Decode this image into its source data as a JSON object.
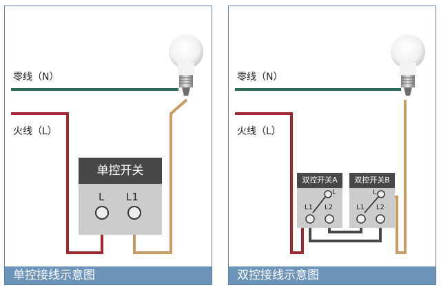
{
  "colors": {
    "neutral_wire": "#2e6b5a",
    "live_wire": "#a2272e",
    "load_wire": "#c89a64",
    "link_wire": "#474747",
    "caption_bg": "#6c93b9",
    "switch_title": "#474747",
    "switch_body": "#cccccc"
  },
  "left": {
    "neutral_label": "零线（N）",
    "live_label": "火线（L）",
    "switch_title": "单控开关",
    "terminal_l": "L",
    "terminal_l1": "L1",
    "caption": "单控接线示意图"
  },
  "right": {
    "neutral_label": "零线（N）",
    "live_label": "火线（L）",
    "switch_a_title": "双控开关A",
    "switch_b_title": "双控开关B",
    "a_terminal_l": "L",
    "a_terminal_l1": "L1",
    "a_terminal_l2": "L2",
    "b_terminal_l": "L",
    "b_terminal_l1": "L1",
    "b_terminal_l2": "L2",
    "caption": "双控接线示意图"
  },
  "icons": [
    "light-bulb-icon"
  ]
}
